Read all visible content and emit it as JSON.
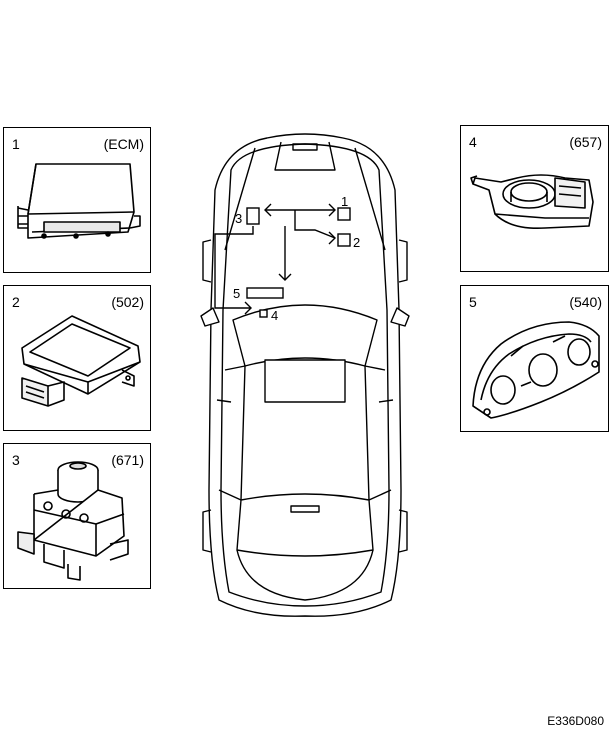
{
  "components": [
    {
      "number": "1",
      "code": "(ECM)",
      "icon": "ecm-module"
    },
    {
      "number": "2",
      "code": "(502)",
      "icon": "sensor-module"
    },
    {
      "number": "3",
      "code": "(671)",
      "icon": "abs-unit"
    },
    {
      "number": "4",
      "code": "(657)",
      "icon": "steering-sensor"
    },
    {
      "number": "5",
      "code": "(540)",
      "icon": "instrument-cluster"
    }
  ],
  "car": {
    "callouts": {
      "c1": "1",
      "c2": "2",
      "c3": "3",
      "c4": "4",
      "c5": "5"
    }
  },
  "figure_code": "E336D080"
}
